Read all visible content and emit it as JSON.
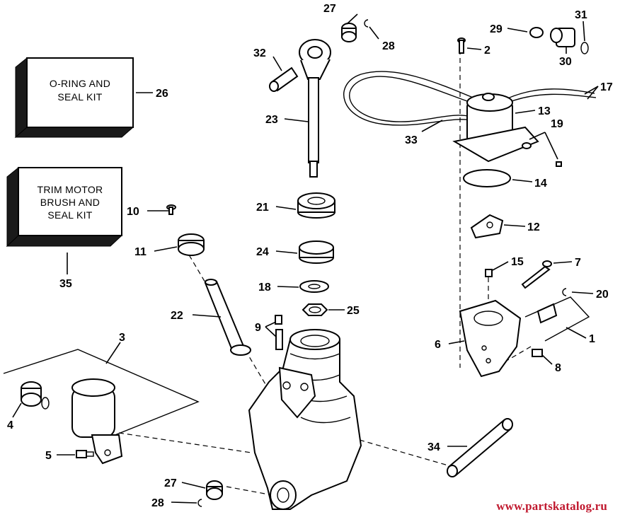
{
  "kits": {
    "oring_line1": "O-RING AND",
    "oring_line2": "SEAL KIT",
    "trim_line1": "TRIM MOTOR",
    "trim_line2": "BRUSH AND",
    "trim_line3": "SEAL KIT"
  },
  "callouts": {
    "n1": "1",
    "n2": "2",
    "n3": "3",
    "n4": "4",
    "n5": "5",
    "n6": "6",
    "n7": "7",
    "n8": "8",
    "n9": "9",
    "n10": "10",
    "n11": "11",
    "n12": "12",
    "n13": "13",
    "n14": "14",
    "n15": "15",
    "n17": "17",
    "n18": "18",
    "n19": "19",
    "n20": "20",
    "n21": "21",
    "n22": "22",
    "n23": "23",
    "n24": "24",
    "n25": "25",
    "n26": "26",
    "n27a": "27",
    "n27b": "27",
    "n28a": "28",
    "n28b": "28",
    "n29": "29",
    "n30": "30",
    "n31": "31",
    "n32": "32",
    "n33": "33",
    "n34": "34",
    "n35": "35"
  },
  "watermark": "www.partskatalog.ru",
  "colors": {
    "watermark": "#c0182e",
    "ink": "#000000"
  }
}
